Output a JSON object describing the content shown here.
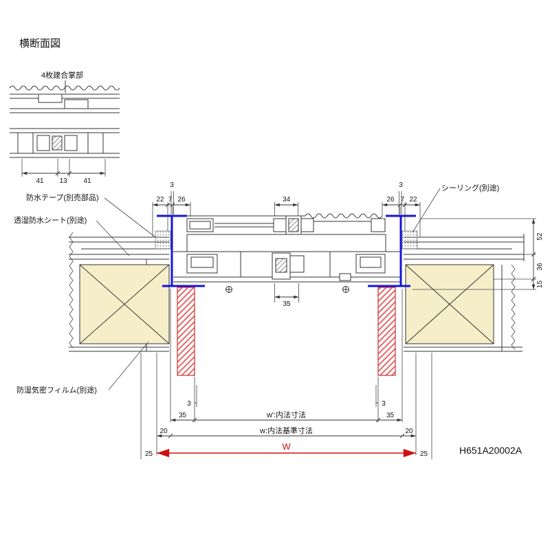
{
  "title": "横断面図",
  "drawing_no": "H651A20002A",
  "detail": {
    "label": "4枚建合掌部",
    "d1": "41",
    "d2": "13",
    "d3": "41"
  },
  "callouts": {
    "tape": "防水テープ(別売部品)",
    "sheet": "透湿防水シート(別途)",
    "sealing": "シーリング(別途)",
    "film": "防湿気密フィルム(別途)"
  },
  "dims": {
    "t3l": "3",
    "t3r": "3",
    "tl22": "22",
    "tl7": "7",
    "tl26": "26",
    "tc34": "34",
    "tr26": "26",
    "tr7": "7",
    "tr22": "22",
    "r52": "52",
    "r36": "36",
    "r15": "15",
    "mid35": "35",
    "b3l": "3",
    "b3r": "3",
    "b35l": "35",
    "b35r": "35",
    "b20l": "20",
    "b20r": "20",
    "b25l": "25",
    "b25r": "25",
    "winner": "w':内法寸法",
    "wbase": "w:内法基準寸法",
    "w": "W"
  },
  "colors": {
    "frame_blue": "#1414dd",
    "hatch_red": "#e46a6a",
    "wall_tan": "#f6eec9",
    "dim_red": "#cc1111",
    "line": "#333333"
  }
}
